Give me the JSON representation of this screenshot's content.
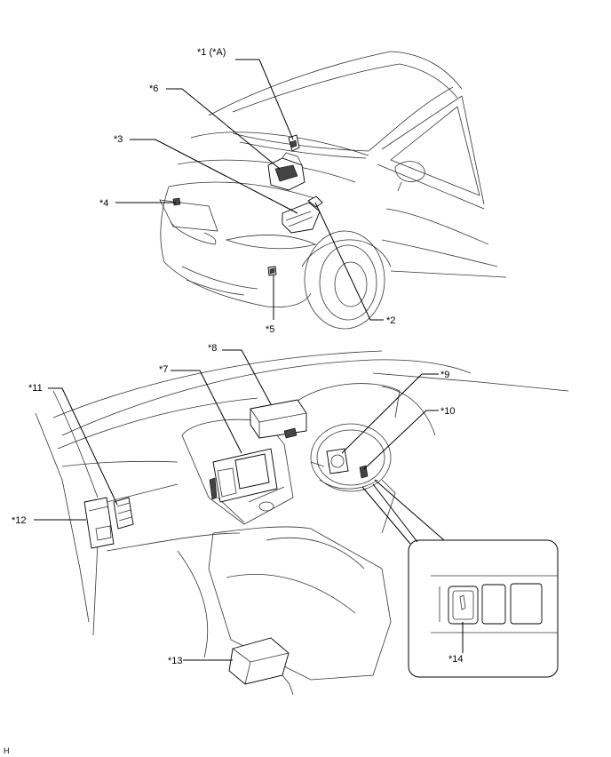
{
  "labels": {
    "l1": "*1 (*A)",
    "l2": "*2",
    "l3": "*3",
    "l4": "*4",
    "l5": "*5",
    "l6": "*6",
    "l7": "*7",
    "l8": "*8",
    "l9": "*9",
    "l10": "*10",
    "l11": "*11",
    "l12": "*12",
    "l13": "*13",
    "l14": "*14"
  },
  "corner_mark": "H"
}
